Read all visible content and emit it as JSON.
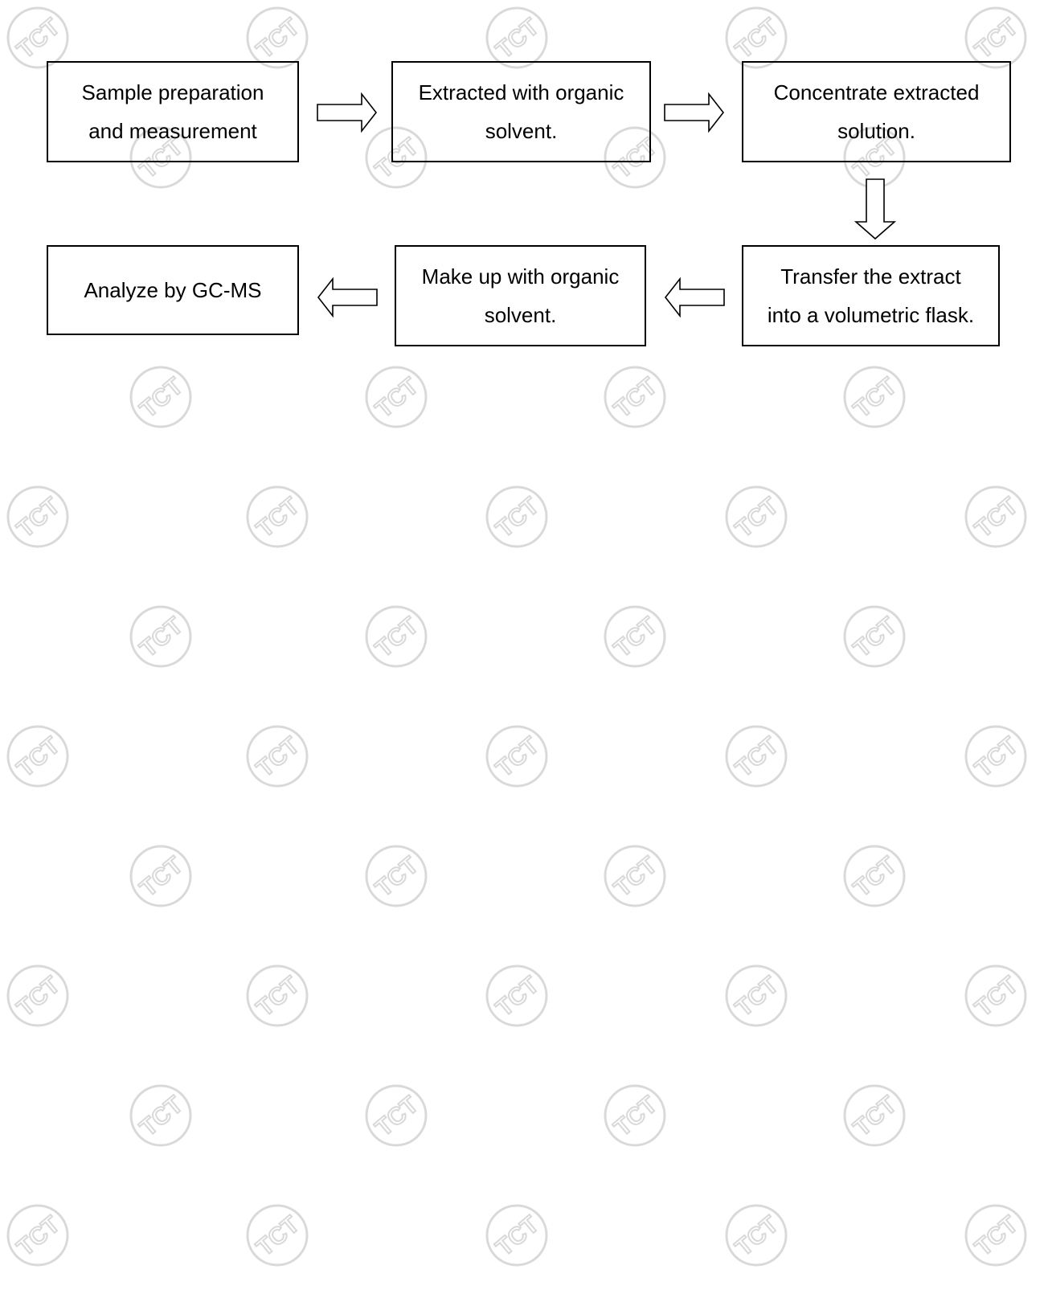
{
  "colors": {
    "box_border": "#000000",
    "text": "#000000",
    "watermark": "#d9d9d9",
    "background": "#ffffff"
  },
  "watermark": {
    "text": "TCT"
  },
  "flow": {
    "steps": [
      {
        "id": "sample-preparation",
        "lines": [
          "Sample preparation",
          "and measurement"
        ]
      },
      {
        "id": "extracted-organic",
        "lines": [
          "Extracted with organic",
          "solvent."
        ]
      },
      {
        "id": "concentrate",
        "lines": [
          "Concentrate extracted",
          "solution."
        ]
      },
      {
        "id": "transfer",
        "lines": [
          "Transfer the extract",
          "into a volumetric flask."
        ]
      },
      {
        "id": "make-up",
        "lines": [
          "Make up with organic",
          "solvent."
        ]
      },
      {
        "id": "analyze",
        "lines": [
          "Analyze by GC-MS"
        ]
      }
    ],
    "arrows": [
      {
        "from": "sample-preparation",
        "to": "extracted-organic",
        "direction": "right"
      },
      {
        "from": "extracted-organic",
        "to": "concentrate",
        "direction": "right"
      },
      {
        "from": "concentrate",
        "to": "transfer",
        "direction": "down"
      },
      {
        "from": "transfer",
        "to": "make-up",
        "direction": "left"
      },
      {
        "from": "make-up",
        "to": "analyze",
        "direction": "left"
      }
    ]
  }
}
